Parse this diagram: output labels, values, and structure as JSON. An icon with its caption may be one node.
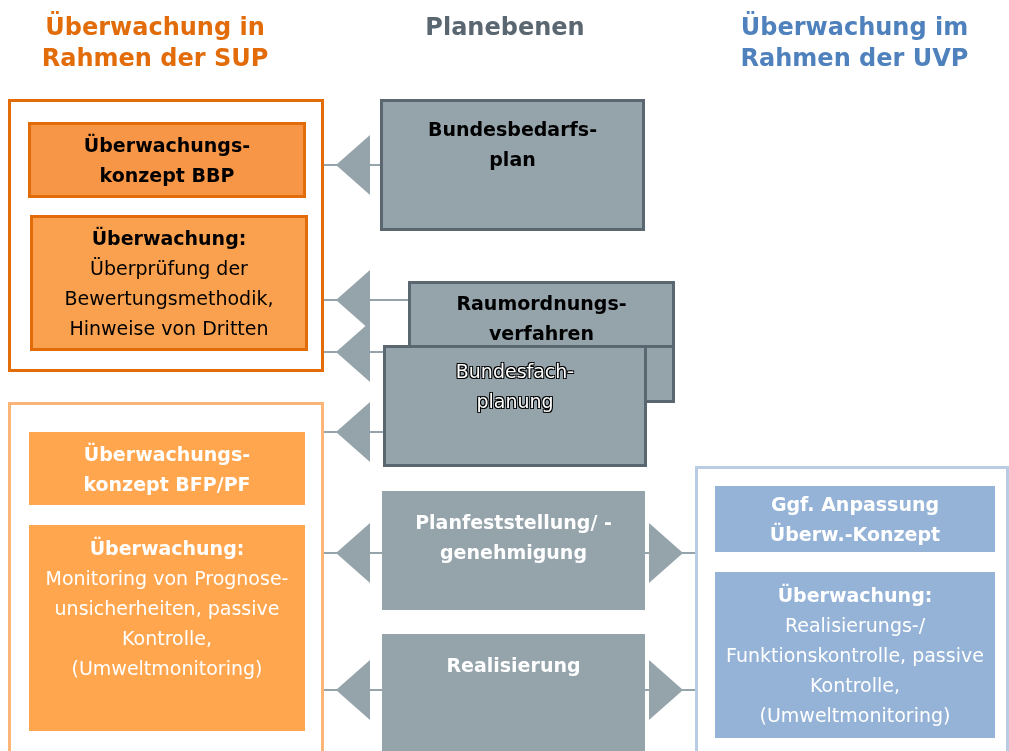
{
  "diagram": {
    "nodes": [
      {
        "text": [],
        "shape": "box"
      },
      {
        "text": [
          "Überwachungs- konzept BBP"
        ],
        "in": 0
      },
      {
        "text": [
          "Überwachung:",
          "Überprüfung der Bewertungsmethodik, Hinweise von Dritten"
        ],
        "in": 0
      },
      {
        "text": [],
        "shape": "box"
      },
      {
        "text": [
          "Überwachungs- konzept BFP/PF"
        ],
        "in": 3
      },
      {
        "text": [
          "Überwachung:",
          "Monitoring von Prognose- unsicherheiten, passive Kontrolle, (Umweltmonitoring)"
        ],
        "in": 3
      },
      {
        "text": [
          "Bundesbedarfs- plan"
        ]
      },
      {
        "text": [
          "Raumordnungs- verfahren"
        ]
      },
      {
        "text": [
          "Bundesfach- planung"
        ]
      },
      {
        "text": [
          "Planfeststellung/ -genehmigung"
        ]
      },
      {
        "text": [
          "Realisierung"
        ]
      },
      {
        "text": [],
        "shape": "box"
      },
      {
        "text": [
          "Ggf. Anpassung Überw.-Konzept"
        ],
        "in": 11
      },
      {
        "text": [
          "Überwachung:",
          "Realisierungs-/ Funktionskontrolle, passive Kontrolle, (Umweltmonitoring)"
        ],
        "in": 11
      }
    ],
    "edges": [
      {
        "from": 6,
        "to": 0,
        "arrow": "to"
      },
      {
        "from": 7,
        "to": 0,
        "arrow": "to"
      },
      {
        "from": 8,
        "to": 0,
        "arrow": "to"
      },
      {
        "from": 8,
        "to": 3,
        "arrow": "to"
      },
      {
        "from": 9,
        "to": 3,
        "arrow": "to"
      },
      {
        "from": 9,
        "to": 11,
        "arrow": "to"
      },
      {
        "from": 10,
        "to": 3,
        "arrow": "to"
      },
      {
        "from": 10,
        "to": 11,
        "arrow": "to"
      }
    ],
    "labels": [
      "Überwachung in Rahmen der SUP",
      "Planebenen",
      "Überwachung im Rahmen der UVP"
    ]
  }
}
